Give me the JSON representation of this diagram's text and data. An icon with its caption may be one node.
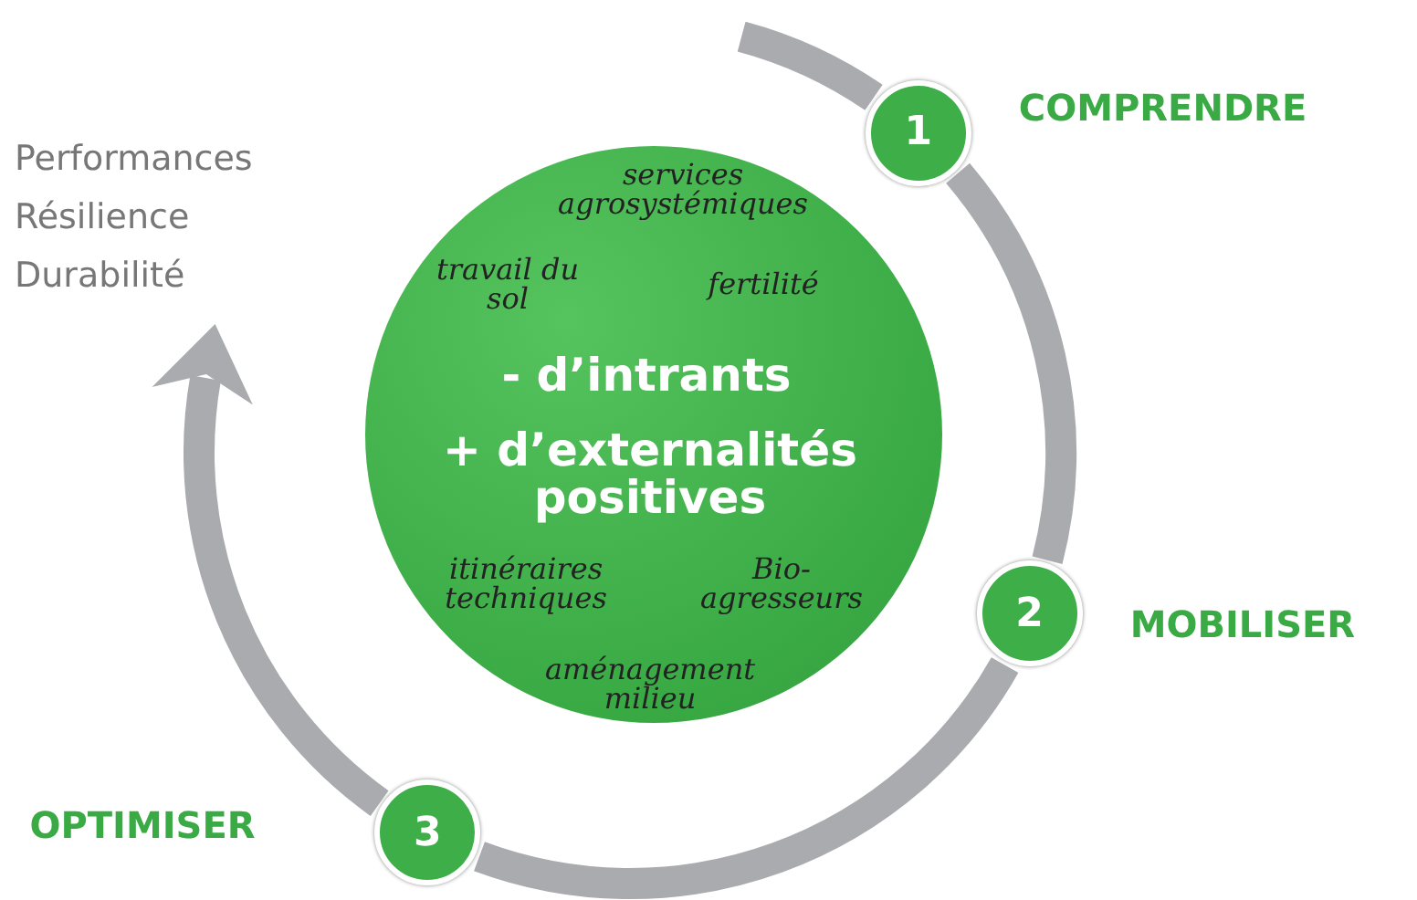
{
  "diagram": {
    "nodes": [
      {
        "text": [
          "services agrosystémiques",
          "travail du sol",
          "fertilité",
          "- d’intrants",
          "+ d’externalités positives",
          "itinéraires techniques",
          "Bio- agresseurs",
          "aménagement milieu"
        ]
      },
      {
        "text": [
          "1"
        ],
        "beside": [
          "COMPRENDRE"
        ]
      },
      {
        "text": [
          "2"
        ],
        "beside": [
          "MOBILISER"
        ]
      },
      {
        "text": [
          "3"
        ],
        "beside": [
          "OPTIMISER"
        ]
      }
    ],
    "edges": [
      {
        "from": 1,
        "to": 2,
        "arrow": "none"
      },
      {
        "from": 2,
        "to": 3,
        "arrow": "none"
      },
      {
        "from": 3,
        "to": null,
        "arrow": "to"
      }
    ],
    "labels": [
      "Performances",
      "Résilience",
      "Durabilité"
    ]
  }
}
